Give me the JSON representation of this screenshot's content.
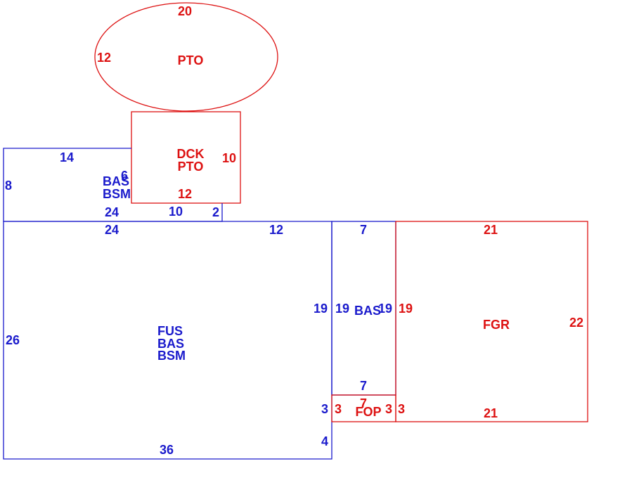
{
  "colors": {
    "blue": "#1a1acc",
    "red": "#dd1111",
    "background": "#ffffff"
  },
  "pto_oval": {
    "dim_top": "20",
    "dim_left": "12",
    "name": "PTO"
  },
  "deck": {
    "name_line1": "DCK",
    "name_line2": "PTO",
    "dim_right": "10",
    "dim_bottom": "12",
    "dim_left": "6"
  },
  "upper_basement": {
    "dim_top": "14",
    "dim_left": "8",
    "name_line1": "BAS",
    "name_line2": "BSM",
    "dim_bottom_left": "24",
    "dim_bottom_mid": "10",
    "dim_bottom_right": "2"
  },
  "main_basement": {
    "dim_top_left": "24",
    "dim_top_right": "12",
    "dim_left": "26",
    "dim_right": "19",
    "name_line1": "FUS",
    "name_line2": "BAS",
    "name_line3": "BSM",
    "dim_bottom": "36",
    "dim_notch_vertical": "3",
    "dim_notch_bottom": "4"
  },
  "side_basement": {
    "dim_top": "7",
    "dim_left": "19",
    "name": "BAS",
    "dim_right": "19",
    "dim_bottom": "7"
  },
  "porch": {
    "dim_top": "7",
    "dim_left": "3",
    "name": "FOP",
    "dim_right": "3",
    "dim_right_outer": "3"
  },
  "garage": {
    "dim_top": "21",
    "dim_left": "19",
    "name": "FGR",
    "dim_right": "22",
    "dim_bottom": "21"
  }
}
